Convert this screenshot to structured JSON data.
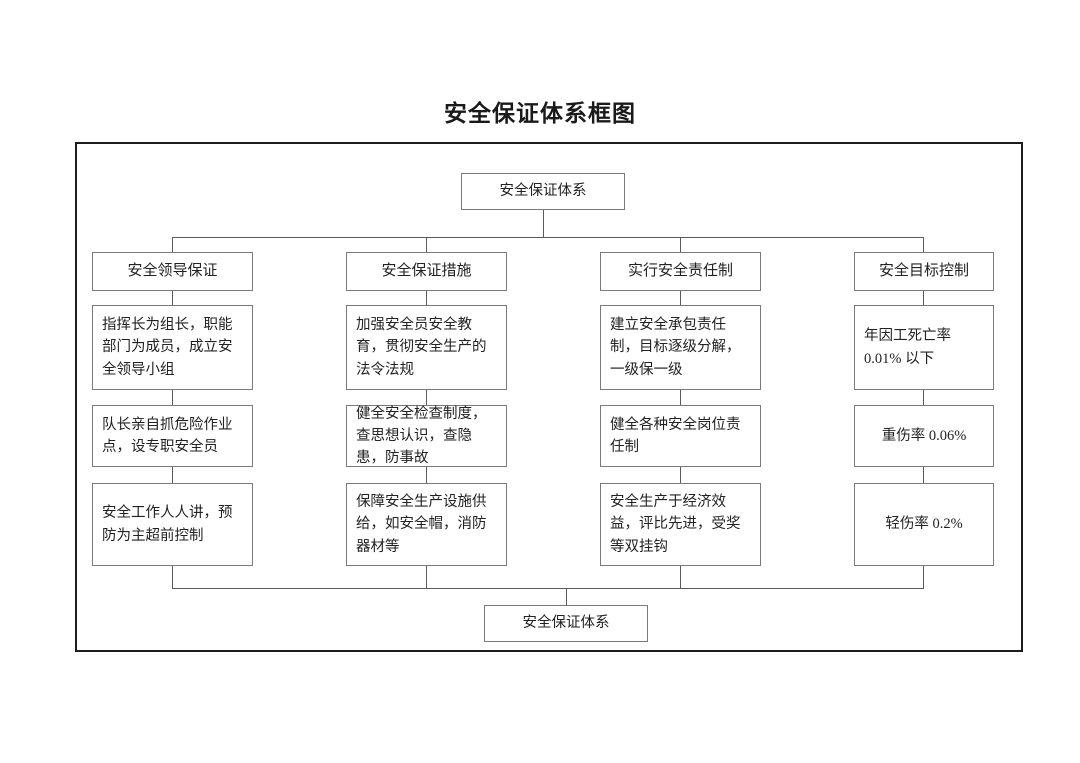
{
  "page": {
    "title": "安全保证体系框图",
    "background": "#ffffff",
    "frame_color": "#1c1c1c",
    "box_border_color": "#7a7a7a",
    "connector_color": "#5a5a5a"
  },
  "diagram": {
    "type": "organization-flowchart",
    "root": "安全保证体系",
    "footer": "安全保证体系",
    "columns": [
      {
        "header": "安全领导保证",
        "items": [
          "指挥长为组长，职能部门为成员，成立安全领导小组",
          "队长亲自抓危险作业点，设专职安全员",
          "安全工作人人讲，预防为主超前控制"
        ]
      },
      {
        "header": "安全保证措施",
        "items": [
          "加强安全员安全教育，贯彻安全生产的法令法规",
          "健全安全检查制度，查思想认识，查隐患，防事故",
          "保障安全生产设施供给，如安全帽，消防器材等"
        ]
      },
      {
        "header": "实行安全责任制",
        "items": [
          "建立安全承包责任制，目标逐级分解，一级保一级",
          "健全各种安全岗位责任制",
          "安全生产于经济效益，评比先进，受奖等双挂钩"
        ]
      },
      {
        "header": "安全目标控制",
        "items": [
          "年因工死亡率 0.01% 以下",
          "重伤率 0.06%",
          "轻伤率 0.2%"
        ]
      }
    ]
  }
}
